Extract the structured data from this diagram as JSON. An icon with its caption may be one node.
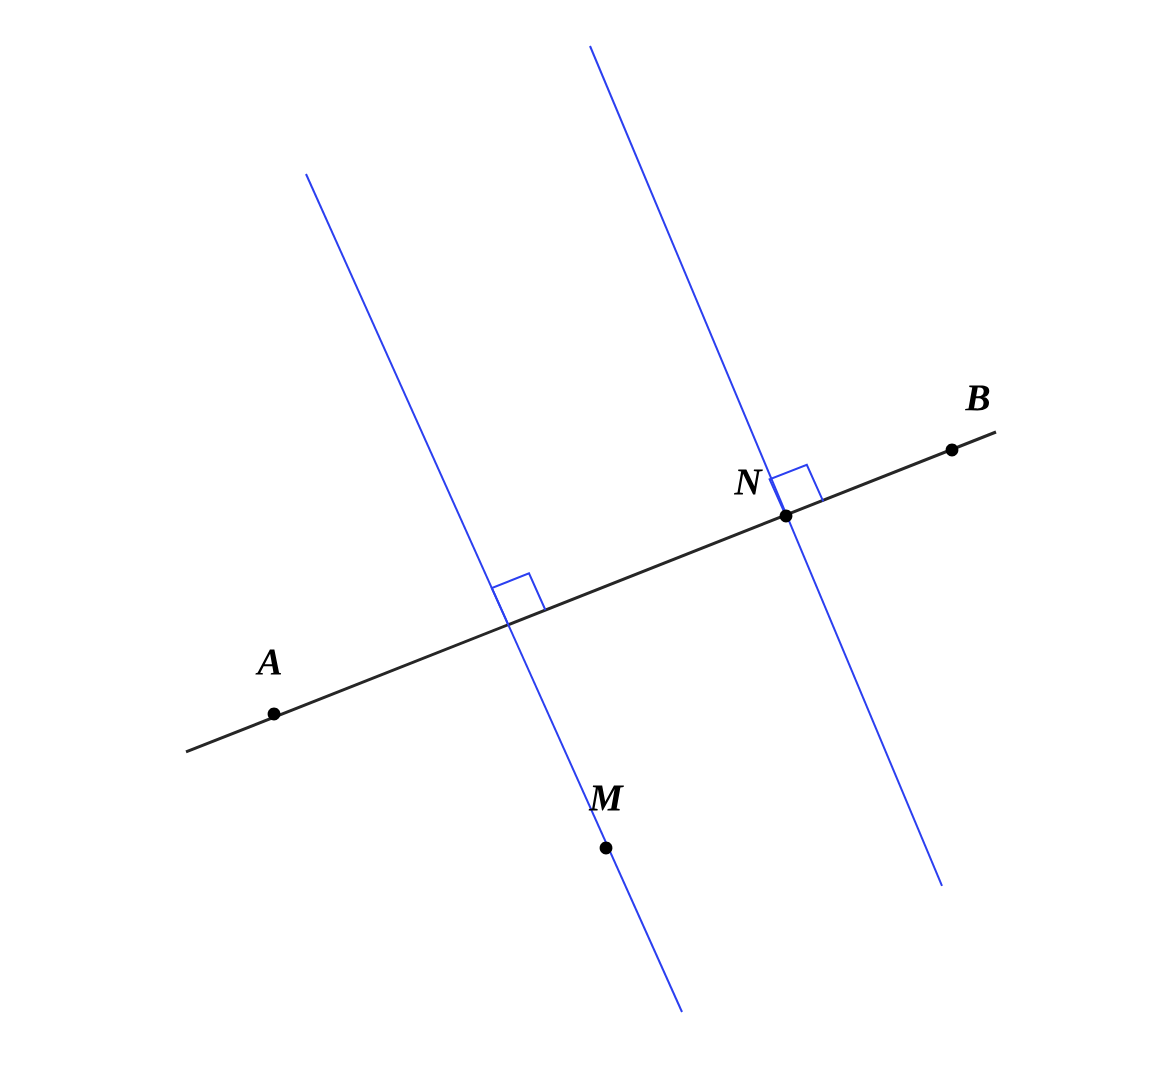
{
  "diagram": {
    "labels": [
      "B",
      "N",
      "A",
      "M"
    ]
  }
}
